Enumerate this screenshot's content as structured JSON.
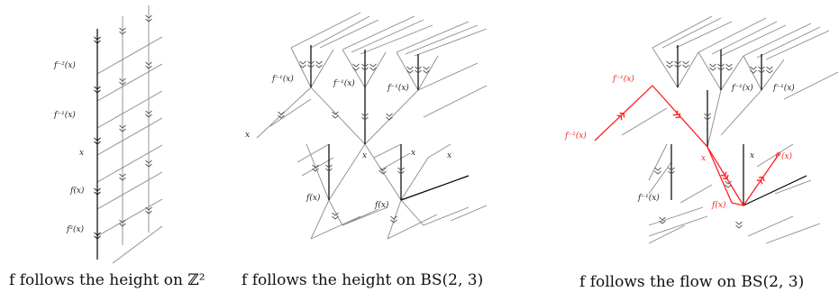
{
  "colors": {
    "structure": "#8a8a8a",
    "height_edge": "#000000",
    "flow": "#ff2020",
    "text": "#222222"
  },
  "panels": [
    {
      "caption": "f follows the height on ℤ²",
      "labels": [
        "f⁻²(x)",
        "f⁻¹(x)",
        "x",
        "f(x)",
        "f²(x)"
      ]
    },
    {
      "caption": "f follows the height on BS(2, 3)",
      "labels": [
        "f⁻¹(x)",
        "f⁻¹(x)",
        "f⁻¹(x)",
        "x",
        "x",
        "x",
        "x",
        "f(x)",
        "f(x)"
      ]
    },
    {
      "caption": "f follows the flow on BS(2, 3)",
      "black_labels": [
        "f⁻¹(x)",
        "f⁻¹(x)",
        "x",
        "f⁻¹(x)"
      ],
      "red_labels": [
        "f⁻¹(x)",
        "f⁻²(x)",
        "x",
        "f(x)",
        "f²(x)"
      ]
    }
  ],
  "glyphs": {
    "double_arrow": "»"
  }
}
